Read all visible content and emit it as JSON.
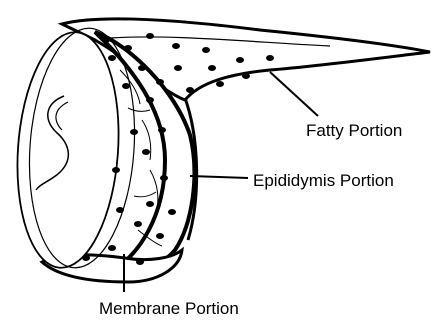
{
  "labels": {
    "fatty": "Fatty Portion",
    "epididymis": "Epididymis Portion",
    "membrane": "Membrane Portion"
  },
  "colors": {
    "ink": "#000000",
    "background": "#ffffff"
  }
}
